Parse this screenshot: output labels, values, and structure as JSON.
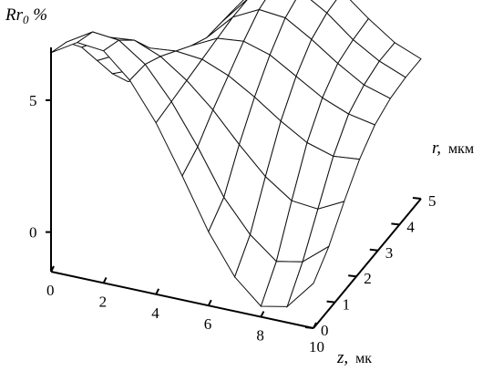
{
  "chart_data": {
    "type": "surface",
    "title_main": "Rr",
    "title_sub": "0",
    "title_rest": " %",
    "x_axis": {
      "name": "z,",
      "unit": "мк",
      "ticks": [
        0,
        2,
        4,
        6,
        8,
        10
      ],
      "range": [
        0,
        10
      ]
    },
    "y_axis": {
      "name": "r,",
      "unit": "мкм",
      "ticks": [
        0,
        1,
        2,
        3,
        4,
        5
      ],
      "range": [
        0,
        5
      ]
    },
    "z_axis": {
      "ticks": [
        0,
        5
      ],
      "range": [
        -1.5,
        7
      ]
    },
    "grid": {
      "z_steps": 10,
      "r_steps": 7
    },
    "surface": {
      "description_values": "Rr0 as function of z and r",
      "values": [
        [
          6.8,
          7.4,
          7.3,
          6.4,
          5.0,
          3.2,
          1.3,
          -0.2,
          -1.1,
          -0.9,
          0.2
        ],
        [
          6.5,
          7.1,
          7.0,
          6.3,
          5.1,
          3.6,
          1.9,
          0.7,
          -0.1,
          0.1,
          0.9
        ],
        [
          5.6,
          6.2,
          6.3,
          5.9,
          5.2,
          4.3,
          3.2,
          2.2,
          1.5,
          1.4,
          1.9
        ],
        [
          4.4,
          4.9,
          5.3,
          5.4,
          5.3,
          4.9,
          4.3,
          3.6,
          3.0,
          2.7,
          2.8
        ],
        [
          3.2,
          3.6,
          4.3,
          4.9,
          5.4,
          5.5,
          5.2,
          4.6,
          4.0,
          3.6,
          3.4
        ],
        [
          2.2,
          2.6,
          3.5,
          4.5,
          5.5,
          6.0,
          5.9,
          5.3,
          4.6,
          4.0,
          3.7
        ],
        [
          1.7,
          2.0,
          3.1,
          4.4,
          5.5,
          6.2,
          6.2,
          5.6,
          4.8,
          4.2,
          3.8
        ],
        [
          1.6,
          1.9,
          3.0,
          4.3,
          5.5,
          6.2,
          6.3,
          5.7,
          4.9,
          4.2,
          3.8
        ]
      ]
    }
  }
}
